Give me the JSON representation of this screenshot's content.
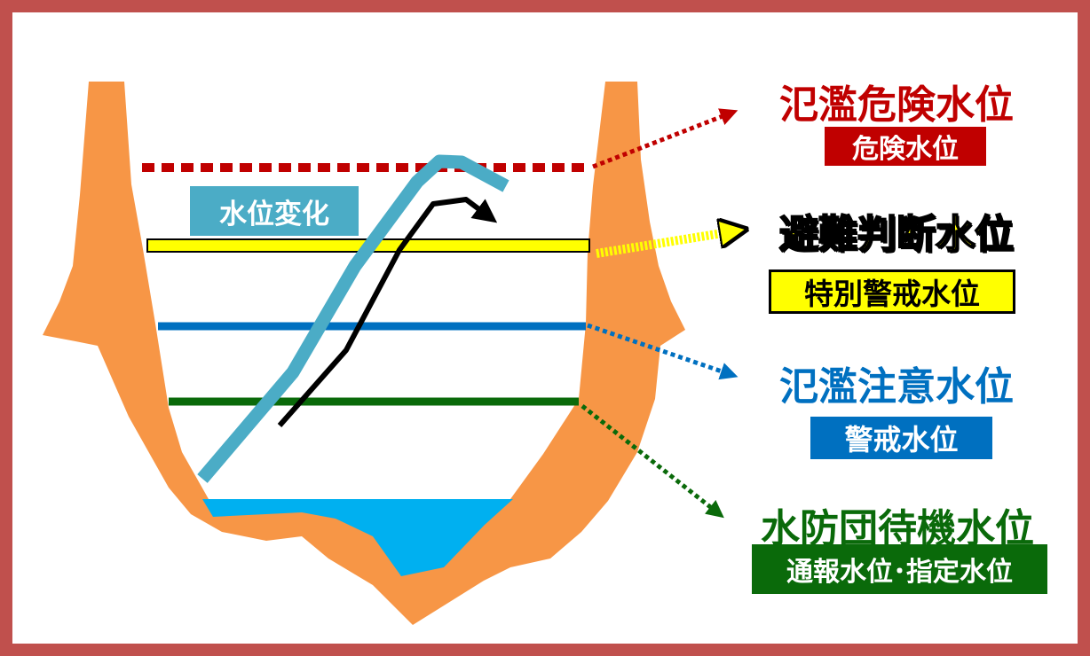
{
  "water_change_label": "水位変化",
  "levels": [
    {
      "title": "氾濫危険水位",
      "subtitle": "危険水位",
      "line_color": "#c00000",
      "text_color": "#c00000",
      "sub_bg": "#c00000",
      "sub_text": "#ffffff"
    },
    {
      "title": "避難判断水位",
      "subtitle": "特別警戒水位",
      "line_color": "#ffff00",
      "text_color": "#ffff00",
      "sub_bg": "#ffff00",
      "sub_text": "#000000"
    },
    {
      "title": "氾濫注意水位",
      "subtitle": "警戒水位",
      "line_color": "#0070c0",
      "text_color": "#0070c0",
      "sub_bg": "#0070c0",
      "sub_text": "#ffffff"
    },
    {
      "title": "水防団待機水位",
      "subtitle": "通報水位･指定水位",
      "line_color": "#0a6a0a",
      "text_color": "#0a6a0a",
      "sub_bg": "#0a6a0a",
      "sub_text": "#ffffff"
    }
  ],
  "colors": {
    "frame": "#c0504d",
    "bank": "#f79646",
    "water": "#00b0f0",
    "trend_line": "#4bacc6",
    "trend_arrow": "#000000"
  },
  "icons": {
    "trend_arrow": "arrow-icon",
    "pointer_arrows": "dotted-arrow-icon"
  }
}
